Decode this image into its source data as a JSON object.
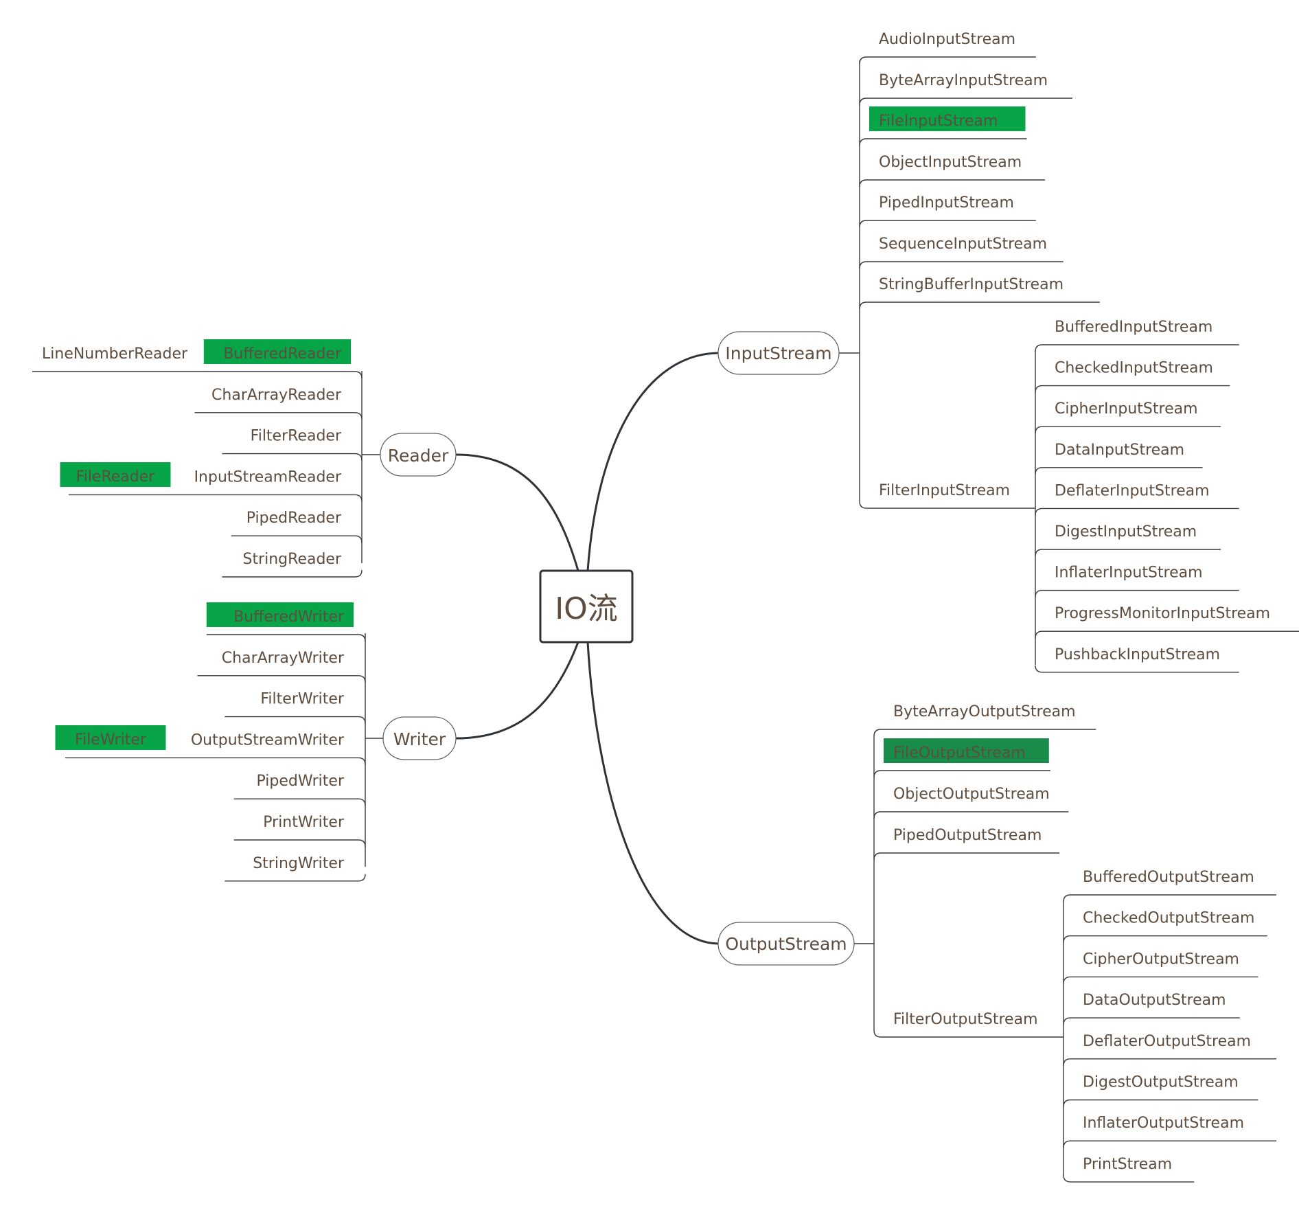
{
  "colors": {
    "text": "#5e4c3e",
    "line": "#36393f",
    "highlight": "#07a448",
    "highlight_dark": "#1a8c4a"
  },
  "root": {
    "label": "IO流"
  },
  "topics": {
    "inputstream": "InputStream",
    "outputstream": "OutputStream",
    "reader": "Reader",
    "writer": "Writer"
  },
  "inputstream": {
    "children": [
      "AudioInputStream",
      "ByteArrayInputStream",
      "FileInputStream",
      "ObjectInputStream",
      "PipedInputStream",
      "SequenceInputStream",
      "StringBufferInputStream",
      "FilterInputStream"
    ],
    "highlighted": [
      "FileInputStream"
    ],
    "filter_children": [
      "BufferedInputStream",
      "CheckedInputStream",
      "CipherInputStream",
      "DataInputStream",
      "DeflaterInputStream",
      "DigestInputStream",
      "InflaterInputStream",
      "ProgressMonitorInputStream",
      "PushbackInputStream"
    ]
  },
  "outputstream": {
    "children": [
      "ByteArrayOutputStream",
      "FileOutputStream",
      "ObjectOutputStream",
      "PipedOutputStream",
      "FilterOutputStream"
    ],
    "highlighted": [
      "FileOutputStream"
    ],
    "filter_children": [
      "BufferedOutputStream",
      "CheckedOutputStream",
      "CipherOutputStream",
      "DataOutputStream",
      "DeflaterOutputStream",
      "DigestOutputStream",
      "InflaterOutputStream",
      "PrintStream"
    ]
  },
  "reader": {
    "children": [
      "BufferedReader",
      "CharArrayReader",
      "FilterReader",
      "InputStreamReader",
      "PipedReader",
      "StringReader"
    ],
    "highlighted": [
      "BufferedReader"
    ],
    "bufferedreader_child": "LineNumberReader",
    "inputstreamreader_child": "FileReader"
  },
  "writer": {
    "children": [
      "BufferedWriter",
      "CharArrayWriter",
      "FilterWriter",
      "OutputStreamWriter",
      "PipedWriter",
      "PrintWriter",
      "StringWriter"
    ],
    "highlighted": [
      "BufferedWriter"
    ],
    "outputstreamwriter_child": "FileWriter"
  }
}
